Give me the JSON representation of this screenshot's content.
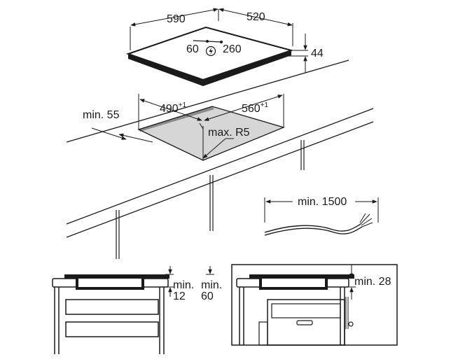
{
  "colors": {
    "ink": "#1a1a1a",
    "background": "#ffffff",
    "cutout_shade": "#d6d6d6"
  },
  "hob": {
    "width_label": "590",
    "depth_label": "520",
    "height_label": "44",
    "connection_left_label": "60",
    "connection_right_label": "260",
    "power_icon": "lightning-bolt-icon"
  },
  "cutout": {
    "width_label": "490",
    "width_tolerance": "+1",
    "depth_label": "560",
    "depth_tolerance": "+1",
    "wall_distance_label": "min. 55",
    "radius_label": "max. R5"
  },
  "cable": {
    "length_label": "min. 1500"
  },
  "drawer_section": {
    "gap_label_a_line1": "min.",
    "gap_label_a_line2": "12",
    "gap_label_b_line1": "min.",
    "gap_label_b_line2": "60"
  },
  "oven_section": {
    "gap_label": "min. 28"
  }
}
